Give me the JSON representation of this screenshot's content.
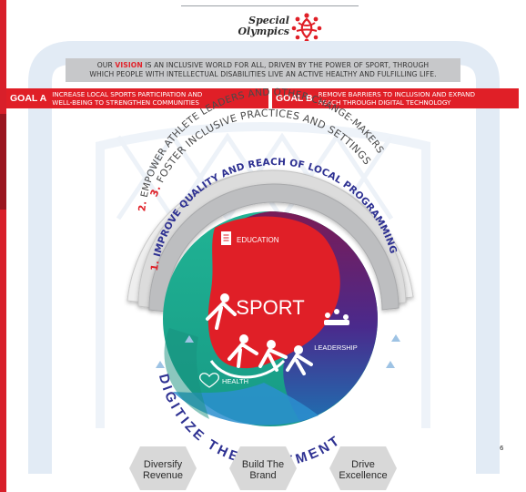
{
  "logo": {
    "line1": "Special",
    "line2": "Olympics"
  },
  "vision": {
    "prefix": "OUR ",
    "highlight": "VISION",
    "line1_rest": " IS AN INCLUSIVE WORLD FOR ALL, DRIVEN BY THE POWER OF SPORT, THROUGH",
    "line2": "WHICH PEOPLE WITH INTELLECTUAL DISABILITIES LIVE AN ACTIVE HEALTHY AND FULFILLING LIFE."
  },
  "goals": [
    {
      "label": "GOAL A",
      "line1": "INCREASE LOCAL SPORTS PARTICIPATION AND",
      "line2": "WELL-BEING TO STRENGTHEN COMMUNITIES"
    },
    {
      "label": "GOAL B",
      "line1": "REMOVE BARRIERS TO INCLUSION AND EXPAND",
      "line2": "REACH THROUGH DIGITAL TECHNOLOGY"
    }
  ],
  "arcs": [
    {
      "num": "3.",
      "text": " FOSTER INCLUSIVE PRACTICES AND SETTINGS"
    },
    {
      "num": "2.",
      "text": " EMPOWER ATHLETE LEADERS AND OTHER CHANGE-MAKERS"
    },
    {
      "num": "1.",
      "text": " IMPROVE QUALITY AND REACH OF LOCAL PROGRAMMING"
    }
  ],
  "circle": {
    "center": "SPORT",
    "education": "EDUCATION",
    "leadership": "LEADERSHIP",
    "health": "HEALTH"
  },
  "digitize": "DIGITIZE THE MOVEMENT",
  "pillars": [
    "Diversify\nRevenue",
    "Build The\nBrand",
    "Drive\nExcellence"
  ],
  "page_number": "6",
  "colors": {
    "red": "#e01f27",
    "blue_text": "#2e3192",
    "teal": "#1aa58f",
    "purple": "#4a2a8c",
    "grey_band": "#c7c8ca",
    "light_blue": "#e3edf7"
  },
  "icons": [
    "special-olympics-logo-icon",
    "education-document-icon",
    "leadership-people-icon",
    "health-heart-icon",
    "athletes-icon"
  ]
}
